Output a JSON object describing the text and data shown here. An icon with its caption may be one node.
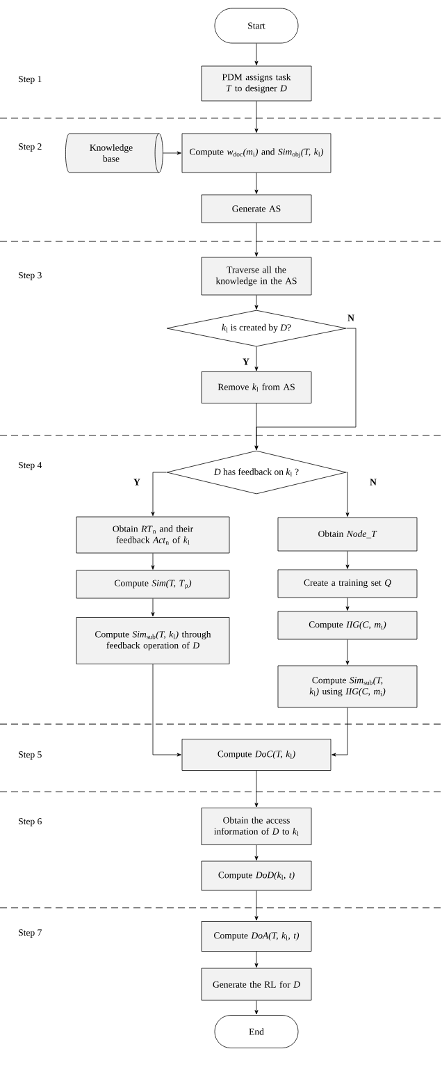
{
  "diagram": {
    "nodes": [
      {
        "text": [
          "Start"
        ]
      },
      {
        "text": [
          "PDM assigns task *T* to designer *D*"
        ]
      },
      {
        "text": [
          "Knowledge base"
        ]
      },
      {
        "text": [
          "Compute *w*$_{doc}$*(m*$_{i}$*)* and *Sim*$_{obj}$*(T, k*$_{l}$*)*"
        ]
      },
      {
        "text": [
          "Generate AS"
        ]
      },
      {
        "text": [
          "Traverse all the knowledge in the AS"
        ]
      },
      {
        "text": [
          "*k*$_{l}$ is created by *D*?"
        ]
      },
      {
        "text": [
          "Remove *k*$_{l}$ from AS"
        ]
      },
      {
        "text": [
          "*D* has feedback on *k*$_{l}$ ?"
        ]
      },
      {
        "text": [
          "Obtain *RT*$_{n}$ and their feedback *Act*$_{n}$ of *k*$_{l}$"
        ]
      },
      {
        "text": [
          "Compute *Sim(T, T*$_{p}$*)*"
        ]
      },
      {
        "text": [
          "Compute *Sim*$_{sub}$*(T, k*$_{l}$*)* through feedback operation of *D*"
        ]
      },
      {
        "text": [
          "Obtain *Node_T*"
        ]
      },
      {
        "text": [
          "Create a training set *Q*"
        ]
      },
      {
        "text": [
          "Compute *IIG(C, m*$_{i}$*)*"
        ]
      },
      {
        "text": [
          "Compute *Sim*$_{sub}$*(T, k*$_{l}$*)* using *IIG(C, m*$_{i}$*)*"
        ]
      },
      {
        "text": [
          "Compute *DoC(T, k*$_{l}$*)*"
        ]
      },
      {
        "text": [
          "Obtain the access information of *D* to *k*$_{l}$"
        ]
      },
      {
        "text": [
          "Compute *DoD(k*$_{l}$*, t)*"
        ]
      },
      {
        "text": [
          "Compute *DoA(T, k*$_{l}$*, t)*"
        ]
      },
      {
        "text": [
          "Generate the RL for *D*"
        ]
      },
      {
        "text": [
          "End"
        ]
      }
    ],
    "edges": [
      {
        "from": 0,
        "to": 1,
        "arrow": "to"
      },
      {
        "from": 1,
        "to": 3,
        "arrow": "to"
      },
      {
        "from": 2,
        "to": 3,
        "arrow": "to"
      },
      {
        "from": 3,
        "to": 4,
        "arrow": "to"
      },
      {
        "from": 4,
        "to": 5,
        "arrow": "to"
      },
      {
        "from": 5,
        "to": 6,
        "arrow": "to"
      },
      {
        "from": 6,
        "to": 7,
        "arrow": "to",
        "label": "Y"
      },
      {
        "from": 6,
        "to": 8,
        "arrow": "to",
        "label": "N"
      },
      {
        "from": 7,
        "to": 8,
        "arrow": "to"
      },
      {
        "from": 8,
        "to": 9,
        "arrow": "to",
        "label": "Y"
      },
      {
        "from": 8,
        "to": 12,
        "arrow": "to",
        "label": "N"
      },
      {
        "from": 9,
        "to": 10,
        "arrow": "to"
      },
      {
        "from": 10,
        "to": 11,
        "arrow": "to"
      },
      {
        "from": 11,
        "to": 16,
        "arrow": "to"
      },
      {
        "from": 12,
        "to": 13,
        "arrow": "to"
      },
      {
        "from": 13,
        "to": 14,
        "arrow": "to"
      },
      {
        "from": 14,
        "to": 15,
        "arrow": "to"
      },
      {
        "from": 15,
        "to": 16,
        "arrow": "to"
      },
      {
        "from": 16,
        "to": 17,
        "arrow": "to"
      },
      {
        "from": 17,
        "to": 18,
        "arrow": "to"
      },
      {
        "from": 18,
        "to": 19,
        "arrow": "to"
      },
      {
        "from": 19,
        "to": 20,
        "arrow": "to"
      },
      {
        "from": 20,
        "to": 21,
        "arrow": "to"
      }
    ],
    "labels": [
      "Step 1",
      "Step 2",
      "Step 3",
      "Step 4",
      "Step 5",
      "Step 6",
      "Step 7"
    ]
  }
}
